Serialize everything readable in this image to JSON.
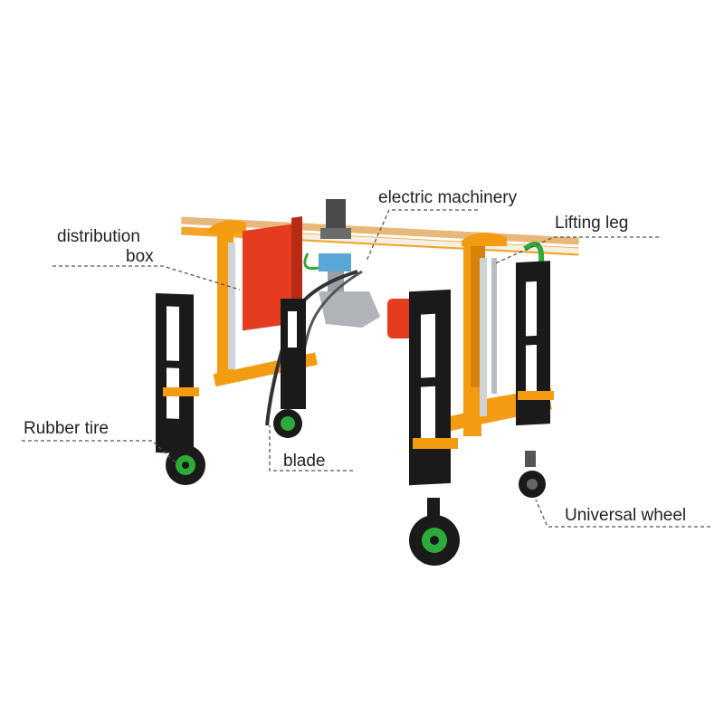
{
  "labels": {
    "electric_machinery": "electric machinery",
    "lifting_leg": "Lifting leg",
    "distribution_line1": "distribution",
    "distribution_line2": "box",
    "rubber_tire": "Rubber tire",
    "blade": "blade",
    "universal_wheel": "Universal wheel"
  },
  "colors": {
    "frame": "#f39c12",
    "frame_dark": "#d9820a",
    "box": "#e53b1f",
    "leg": "#1a1a1a",
    "wheel_hub": "#2eaa3a",
    "motor_blue": "#5aa6d6",
    "leader": "#555555"
  },
  "icons": {
    "machine": "mowing-machine-illustration"
  }
}
